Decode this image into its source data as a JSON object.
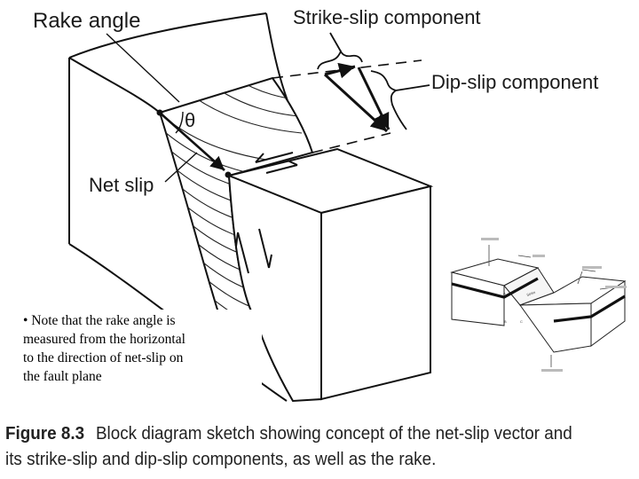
{
  "labels": {
    "rake_angle": "Rake angle",
    "strike_slip": "Strike-slip component",
    "dip_slip": "Dip-slip component",
    "net_slip": "Net slip",
    "theta": "θ"
  },
  "note": "• Note that the rake angle is\nmeasured from the horizontal\nto the direction of net-slip on\nthe fault plane",
  "caption": {
    "figure": "Figure 8.3",
    "text": "Block diagram sketch showing concept of the net-slip vector and its strike-slip and dip-slip components, as well as the rake."
  },
  "inset": {
    "point_a": "A",
    "point_b": "B",
    "point_c": "C",
    "strike": "Strike"
  }
}
